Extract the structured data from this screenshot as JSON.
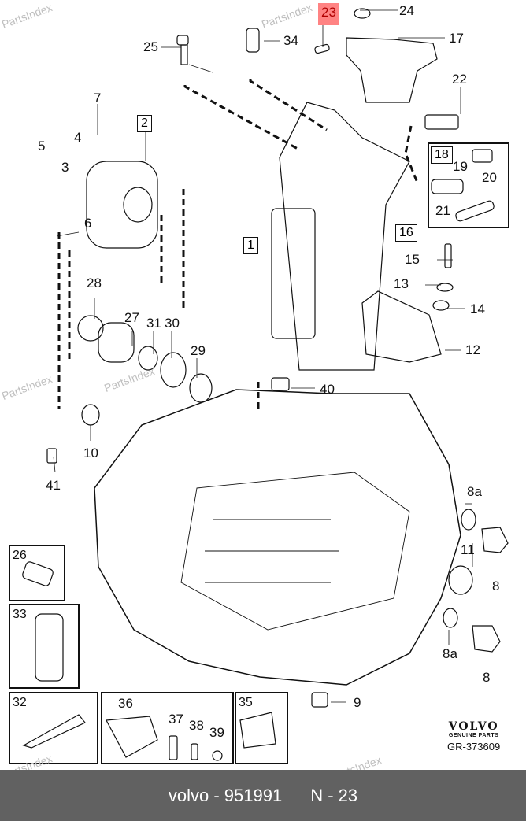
{
  "diagram": {
    "title": "Manual transmission housing exploded view",
    "highlighted_part": "23",
    "highlight_color": "#ff8383",
    "part_labels": {
      "p1": "1",
      "p2": "2",
      "p3": "3",
      "p4": "4",
      "p5": "5",
      "p6": "6",
      "p7": "7",
      "p8a_top": "8",
      "p8_bottom": "8",
      "p8a_1": "8a",
      "p8a_2": "8a",
      "p9": "9",
      "p10": "10",
      "p11": "11",
      "p12": "12",
      "p13": "13",
      "p14": "14",
      "p15": "15",
      "p16": "16",
      "p17": "17",
      "p18": "18",
      "p19": "19",
      "p20": "20",
      "p21": "21",
      "p22": "22",
      "p23": "23",
      "p24": "24",
      "p25": "25",
      "p26": "26",
      "p27": "27",
      "p28": "28",
      "p29": "29",
      "p30": "30",
      "p31": "31",
      "p32": "32",
      "p33": "33",
      "p34": "34",
      "p35": "35",
      "p36": "36",
      "p37": "37",
      "p38": "38",
      "p39": "39",
      "p40": "40",
      "p41": "41"
    },
    "watermark": "PartsIndex",
    "logo": {
      "brand": "VOLVO",
      "tagline": "GENUINE PARTS",
      "ref": "GR-373609"
    }
  },
  "footer": {
    "make_part": "volvo - 951991",
    "position": "N - 23"
  }
}
